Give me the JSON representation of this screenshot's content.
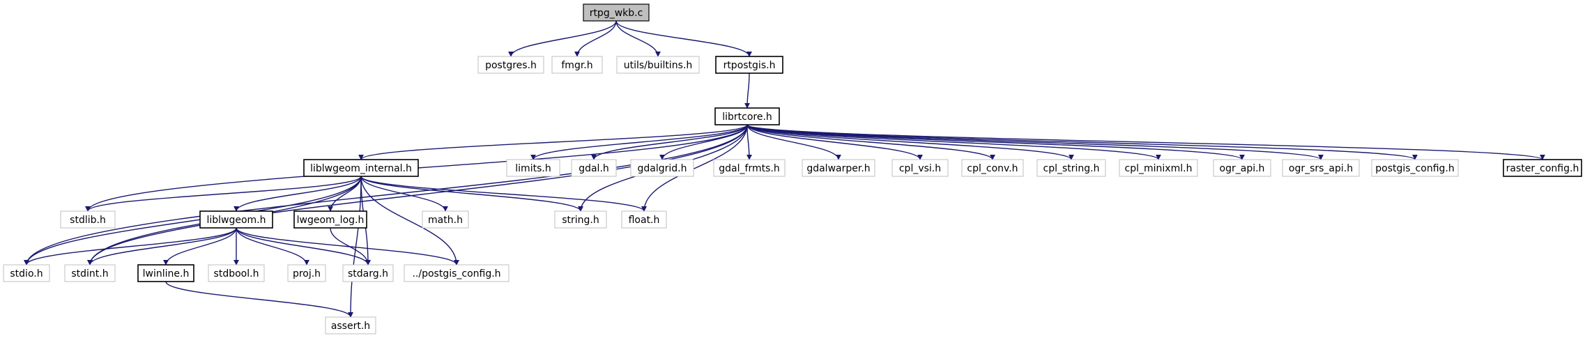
{
  "colors": {
    "edge": "#191970",
    "box_border_solid": "#000000",
    "box_border_gray": "#bfbfbf",
    "root_fill": "#bfbfbf",
    "text": "#000000",
    "background": "#ffffff"
  },
  "nodes": {
    "rtpg_wkb": {
      "label": "rtpg_wkb.c",
      "style": "root"
    },
    "postgres": {
      "label": "postgres.h",
      "style": "external"
    },
    "fmgr": {
      "label": "fmgr.h",
      "style": "external"
    },
    "utils_builtins": {
      "label": "utils/builtins.h",
      "style": "external"
    },
    "rtpostgis": {
      "label": "rtpostgis.h",
      "style": "documented"
    },
    "librtcore": {
      "label": "librtcore.h",
      "style": "documented"
    },
    "liblwgeom_internal": {
      "label": "liblwgeom_internal.h",
      "style": "documented"
    },
    "limits": {
      "label": "limits.h",
      "style": "external"
    },
    "gdal": {
      "label": "gdal.h",
      "style": "external"
    },
    "gdalgrid": {
      "label": "gdalgrid.h",
      "style": "external"
    },
    "gdal_frmts": {
      "label": "gdal_frmts.h",
      "style": "external"
    },
    "gdalwarper": {
      "label": "gdalwarper.h",
      "style": "external"
    },
    "cpl_vsi": {
      "label": "cpl_vsi.h",
      "style": "external"
    },
    "cpl_conv": {
      "label": "cpl_conv.h",
      "style": "external"
    },
    "cpl_string": {
      "label": "cpl_string.h",
      "style": "external"
    },
    "cpl_minixml": {
      "label": "cpl_minixml.h",
      "style": "external"
    },
    "ogr_api": {
      "label": "ogr_api.h",
      "style": "external"
    },
    "ogr_srs_api": {
      "label": "ogr_srs_api.h",
      "style": "external"
    },
    "postgis_config": {
      "label": "postgis_config.h",
      "style": "external"
    },
    "raster_config": {
      "label": "raster_config.h",
      "style": "documented"
    },
    "stdlib": {
      "label": "stdlib.h",
      "style": "external"
    },
    "liblwgeom": {
      "label": "liblwgeom.h",
      "style": "documented"
    },
    "lwgeom_log": {
      "label": "lwgeom_log.h",
      "style": "documented"
    },
    "math": {
      "label": "math.h",
      "style": "external"
    },
    "string": {
      "label": "string.h",
      "style": "external"
    },
    "float": {
      "label": "float.h",
      "style": "external"
    },
    "stdio": {
      "label": "stdio.h",
      "style": "external"
    },
    "stdint": {
      "label": "stdint.h",
      "style": "external"
    },
    "lwinline": {
      "label": "lwinline.h",
      "style": "documented"
    },
    "stdbool": {
      "label": "stdbool.h",
      "style": "external"
    },
    "proj": {
      "label": "proj.h",
      "style": "external"
    },
    "stdarg": {
      "label": "stdarg.h",
      "style": "external"
    },
    "dotdot_postgis_config": {
      "label": "../postgis_config.h",
      "style": "external"
    },
    "assert": {
      "label": "assert.h",
      "style": "external"
    }
  },
  "edges": [
    [
      "rtpg_wkb",
      "postgres"
    ],
    [
      "rtpg_wkb",
      "fmgr"
    ],
    [
      "rtpg_wkb",
      "utils_builtins"
    ],
    [
      "rtpg_wkb",
      "rtpostgis"
    ],
    [
      "rtpostgis",
      "librtcore"
    ],
    [
      "librtcore",
      "liblwgeom_internal"
    ],
    [
      "librtcore",
      "limits"
    ],
    [
      "librtcore",
      "gdal"
    ],
    [
      "librtcore",
      "gdalgrid"
    ],
    [
      "librtcore",
      "gdal_frmts"
    ],
    [
      "librtcore",
      "gdalwarper"
    ],
    [
      "librtcore",
      "cpl_vsi"
    ],
    [
      "librtcore",
      "cpl_conv"
    ],
    [
      "librtcore",
      "cpl_string"
    ],
    [
      "librtcore",
      "cpl_minixml"
    ],
    [
      "librtcore",
      "ogr_api"
    ],
    [
      "librtcore",
      "ogr_srs_api"
    ],
    [
      "librtcore",
      "postgis_config"
    ],
    [
      "librtcore",
      "raster_config"
    ],
    [
      "librtcore",
      "stdlib"
    ],
    [
      "librtcore",
      "stdio"
    ],
    [
      "librtcore",
      "stdint"
    ],
    [
      "librtcore",
      "string"
    ],
    [
      "librtcore",
      "float"
    ],
    [
      "liblwgeom_internal",
      "stdlib"
    ],
    [
      "liblwgeom_internal",
      "liblwgeom"
    ],
    [
      "liblwgeom_internal",
      "lwgeom_log"
    ],
    [
      "liblwgeom_internal",
      "math"
    ],
    [
      "liblwgeom_internal",
      "string"
    ],
    [
      "liblwgeom_internal",
      "float"
    ],
    [
      "liblwgeom_internal",
      "stdio"
    ],
    [
      "liblwgeom_internal",
      "stdint"
    ],
    [
      "liblwgeom_internal",
      "stdarg"
    ],
    [
      "liblwgeom_internal",
      "dotdot_postgis_config"
    ],
    [
      "liblwgeom_internal",
      "assert"
    ],
    [
      "liblwgeom",
      "stdio"
    ],
    [
      "liblwgeom",
      "stdint"
    ],
    [
      "liblwgeom",
      "lwinline"
    ],
    [
      "liblwgeom",
      "stdbool"
    ],
    [
      "liblwgeom",
      "proj"
    ],
    [
      "liblwgeom",
      "stdarg"
    ],
    [
      "liblwgeom",
      "dotdot_postgis_config"
    ],
    [
      "lwgeom_log",
      "stdarg"
    ],
    [
      "lwinline",
      "assert"
    ]
  ]
}
